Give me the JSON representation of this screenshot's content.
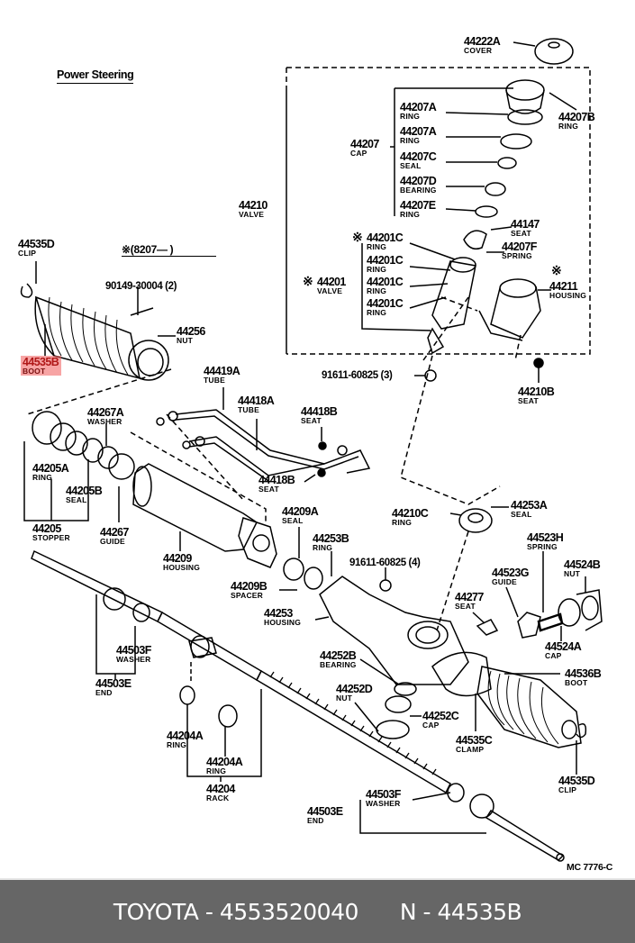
{
  "diagram": {
    "title": "Power Steering",
    "note": "※(8207—      )",
    "drawing_code": "MC  7776-C",
    "highlight_color": "#f05a5a",
    "highlighted_part": "44535B",
    "labels": [
      {
        "id": "44222A",
        "name": "COVER"
      },
      {
        "id": "44207B",
        "name": "RING"
      },
      {
        "id": "44207A",
        "name": "RING"
      },
      {
        "id": "44207A",
        "name": "RING"
      },
      {
        "id": "44207",
        "name": "CAP"
      },
      {
        "id": "44207C",
        "name": "SEAL"
      },
      {
        "id": "44207D",
        "name": "BEARING"
      },
      {
        "id": "44207E",
        "name": "RING"
      },
      {
        "id": "44210",
        "name": "VALVE"
      },
      {
        "id": "44147",
        "name": "SEAT"
      },
      {
        "id": "44207F",
        "name": "SPRING"
      },
      {
        "id": "44201C",
        "name": "RING"
      },
      {
        "id": "44201C",
        "name": "RING"
      },
      {
        "id": "44201C",
        "name": "RING"
      },
      {
        "id": "44201C",
        "name": "RING"
      },
      {
        "id": "44201",
        "name": "VALVE"
      },
      {
        "id": "44211",
        "name": "HOUSING"
      },
      {
        "id": "44210B",
        "name": "SEAT"
      },
      {
        "id": "44535D",
        "name": "CLIP"
      },
      {
        "id": "44535B",
        "name": "BOOT"
      },
      {
        "id": "44256",
        "name": "NUT"
      },
      {
        "id": "44419A",
        "name": "TUBE"
      },
      {
        "id": "44418A",
        "name": "TUBE"
      },
      {
        "id": "44418B",
        "name": "SEAT"
      },
      {
        "id": "44418B",
        "name": "SEAT"
      },
      {
        "id": "44267A",
        "name": "WASHER"
      },
      {
        "id": "44205A",
        "name": "RING"
      },
      {
        "id": "44205B",
        "name": "SEAL"
      },
      {
        "id": "44205",
        "name": "STOPPER"
      },
      {
        "id": "44267",
        "name": "GUIDE"
      },
      {
        "id": "44209",
        "name": "HOUSING"
      },
      {
        "id": "44209A",
        "name": "SEAL"
      },
      {
        "id": "44253B",
        "name": "RING"
      },
      {
        "id": "44209B",
        "name": "SPACER"
      },
      {
        "id": "44253",
        "name": "HOUSING"
      },
      {
        "id": "44210C",
        "name": "RING"
      },
      {
        "id": "44253A",
        "name": "SEAL"
      },
      {
        "id": "44523H",
        "name": "SPRING"
      },
      {
        "id": "44523G",
        "name": "GUIDE"
      },
      {
        "id": "44524B",
        "name": "NUT"
      },
      {
        "id": "44277",
        "name": "SEAT"
      },
      {
        "id": "44524A",
        "name": "CAP"
      },
      {
        "id": "44252B",
        "name": "BEARING"
      },
      {
        "id": "44536B",
        "name": "BOOT"
      },
      {
        "id": "44252D",
        "name": "NUT"
      },
      {
        "id": "44252C",
        "name": "CAP"
      },
      {
        "id": "44535C",
        "name": "CLAMP"
      },
      {
        "id": "44503F",
        "name": "WASHER"
      },
      {
        "id": "44503E",
        "name": "END"
      },
      {
        "id": "44204A",
        "name": "RING"
      },
      {
        "id": "44204A",
        "name": "RING"
      },
      {
        "id": "44204",
        "name": "RACK"
      },
      {
        "id": "44535D",
        "name": "CLIP"
      },
      {
        "id": "44503F",
        "name": "WASHER"
      },
      {
        "id": "44503E",
        "name": "END"
      }
    ],
    "bolts": [
      {
        "text": "90149-30004 (2)"
      },
      {
        "text": "91611-60825 (3)"
      },
      {
        "text": "91611-60825 (4)"
      }
    ],
    "star_symbol": "※"
  },
  "footer": {
    "brand_part": "TOYOTA - 4553520040",
    "ref": "N - 44535B",
    "background": "#666666"
  }
}
